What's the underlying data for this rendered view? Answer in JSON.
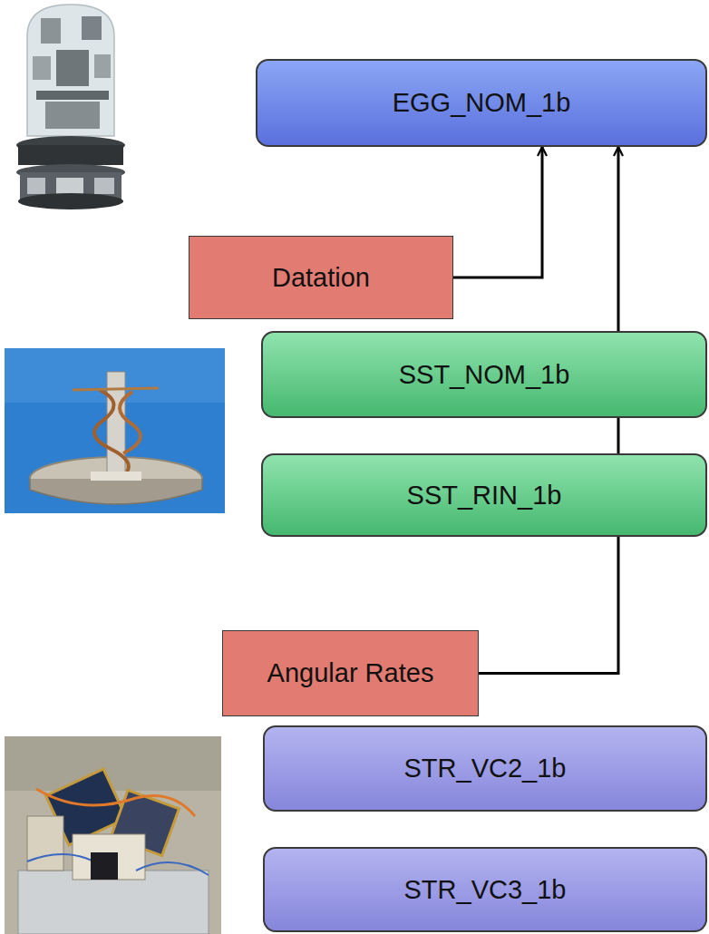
{
  "diagram": {
    "nodes": [
      {
        "text": [
          "EGG_NOM_1b"
        ]
      },
      {
        "text": [
          "Datation"
        ]
      },
      {
        "text": [
          "SST_NOM_1b"
        ]
      },
      {
        "text": [
          "SST_RIN_1b"
        ]
      },
      {
        "text": [
          "Angular Rates"
        ]
      },
      {
        "text": [
          "STR_VC2_1b"
        ]
      },
      {
        "text": [
          "STR_VC3_1b"
        ]
      }
    ],
    "edges": [
      {
        "from": 1,
        "to": 0,
        "arrow": "to"
      },
      {
        "from": 4,
        "to": 0,
        "arrow": "to"
      }
    ]
  }
}
